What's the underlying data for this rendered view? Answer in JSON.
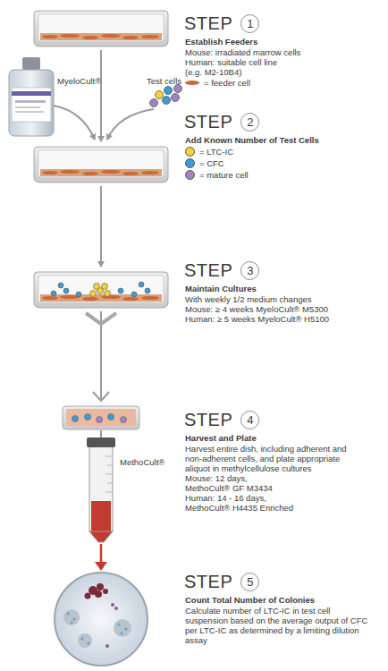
{
  "diagram": {
    "nodes": [
      {
        "text": [
          "STEP",
          "1"
        ]
      },
      {
        "text": [
          "STEP",
          "2"
        ]
      },
      {
        "text": [
          "STEP",
          "3"
        ]
      },
      {
        "text": [
          "STEP",
          "4"
        ]
      },
      {
        "text": [
          "STEP",
          "5"
        ]
      }
    ],
    "labels": [
      "MyeloCult®",
      "Test cells",
      "Establish Feeders",
      "Mouse: irradiated marrow cells",
      "Human: suitable cell line",
      "(e.g. M2-10B4)",
      "Add Known Number of Test Cells",
      "Maintain Cultures",
      "With weekly 1/2 medium changes",
      "Mouse: ≥ 4 weeks MyeloCult® M5300",
      "Human: ≥ 5 weeks MyeloCult® H5100",
      "Harvest and Plate",
      "Harvest entire dish, including adherent and non-adherent cells, and plate appropriate aliquot in methylcellulose cultures",
      "Mouse: 12 days,",
      "MethoCult® GF M3434",
      "Human: 14 - 16 days,",
      "MethoCult® H4435 Enriched",
      "MethoCult®",
      "Count Total Number of Colonies",
      "Calculate number of LTC-IC in test cell suspension based on the average output of CFC per LTC-IC as determined by a limiting dilution assay"
    ],
    "legend": [
      {
        "text": "= feeder cell",
        "color": "#c8693a"
      },
      {
        "text": "= LTC-IC",
        "color": "#f3d23c"
      },
      {
        "text": "= CFC",
        "color": "#3a9bd5"
      },
      {
        "text": "= mature cell",
        "color": "#a383bf"
      }
    ]
  }
}
